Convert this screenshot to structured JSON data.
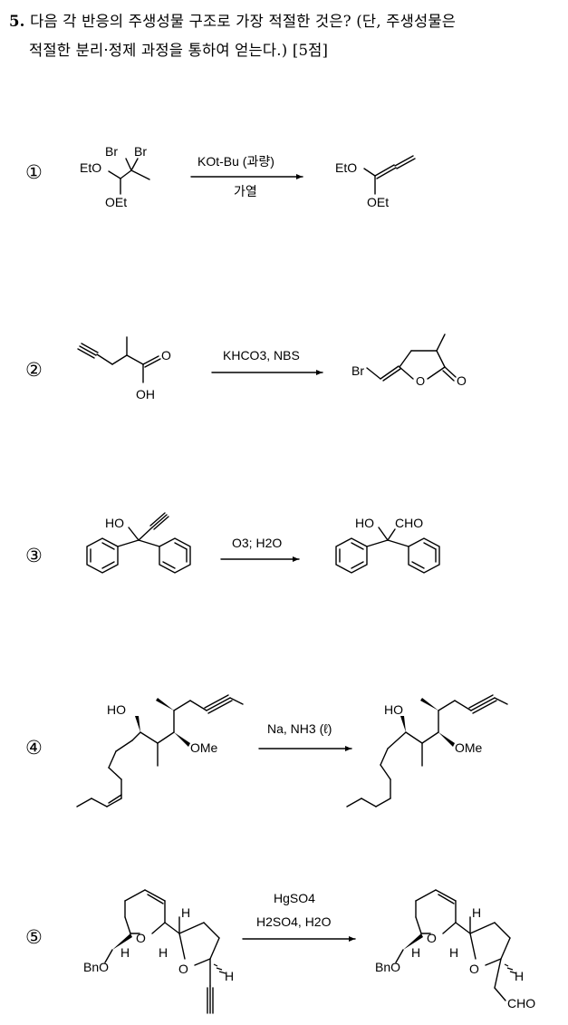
{
  "question": {
    "number": "5.",
    "line1": "다음 각 반응의 주생성물 구조로 가장 적절한 것은? (단, 주생성물은",
    "line2": "적절한 분리·정제 과정을 통하여 얻는다.) [5점]"
  },
  "options": [
    {
      "number": "①",
      "reagent_top": "KOt-Bu (과량)",
      "reagent_bottom": "가열",
      "sm_labels": [
        "Br",
        "Br",
        "EtO",
        "OEt"
      ],
      "product_labels": [
        "EtO",
        "OEt"
      ]
    },
    {
      "number": "②",
      "reagent_top": "KHCO3, NBS",
      "reagent_bottom": "",
      "sm_labels": [
        "O",
        "OH"
      ],
      "product_labels": [
        "Br",
        "O",
        "O"
      ]
    },
    {
      "number": "③",
      "reagent_top": "O3; H2O",
      "reagent_bottom": "",
      "sm_labels": [
        "HO"
      ],
      "product_labels": [
        "HO",
        "CHO"
      ]
    },
    {
      "number": "④",
      "reagent_top": "Na, NH3 (ℓ)",
      "reagent_bottom": "",
      "sm_labels": [
        "HO",
        "OMe"
      ],
      "product_labels": [
        "HO",
        "OMe"
      ]
    },
    {
      "number": "⑤",
      "reagent_top": "HgSO4",
      "reagent_bottom": "H2SO4, H2O",
      "sm_labels": [
        "BnO",
        "H",
        "O",
        "H",
        "O",
        "H",
        "H"
      ],
      "product_labels": [
        "BnO",
        "H",
        "O",
        "H",
        "O",
        "H",
        "H",
        "CHO"
      ]
    }
  ]
}
